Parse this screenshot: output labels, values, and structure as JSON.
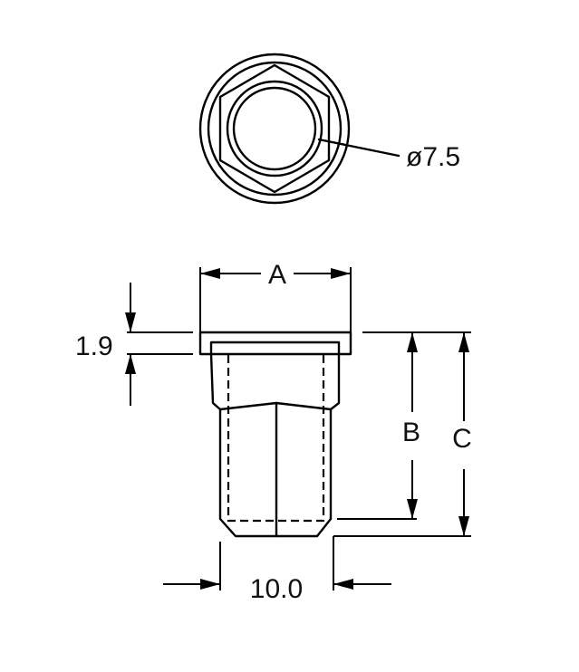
{
  "diagram": {
    "top_view": {
      "bore_diameter_label": "ø7.5"
    },
    "side_view": {
      "width_label": "A",
      "flange_thickness_label": "1.9",
      "body_length_label": "B",
      "overall_length_label": "C",
      "body_diameter_label": "10.0"
    }
  }
}
